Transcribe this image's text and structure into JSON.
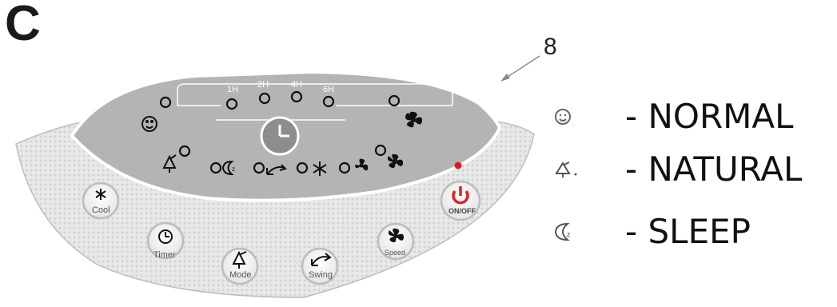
{
  "section_letter": "C",
  "callout_number": "8",
  "timer_labels": [
    "1H",
    "2H",
    "4H",
    "6H"
  ],
  "buttons": {
    "cool": "Cool",
    "timer": "Timer",
    "mode": "Mode",
    "swing": "Swing",
    "speed": "Speed",
    "power": "ON/OFF"
  },
  "legend": [
    {
      "icon": "smiley-icon",
      "text": "- NORMAL"
    },
    {
      "icon": "natural-wind-icon",
      "text": "- NATURAL"
    },
    {
      "icon": "moon-sleep-icon",
      "text": "- SLEEP"
    }
  ],
  "colors": {
    "panel_upper": "#b4b4b4",
    "panel_lower": "#e8e8e8",
    "power_red": "#e0202a",
    "indicator_red": "#e01b24"
  }
}
